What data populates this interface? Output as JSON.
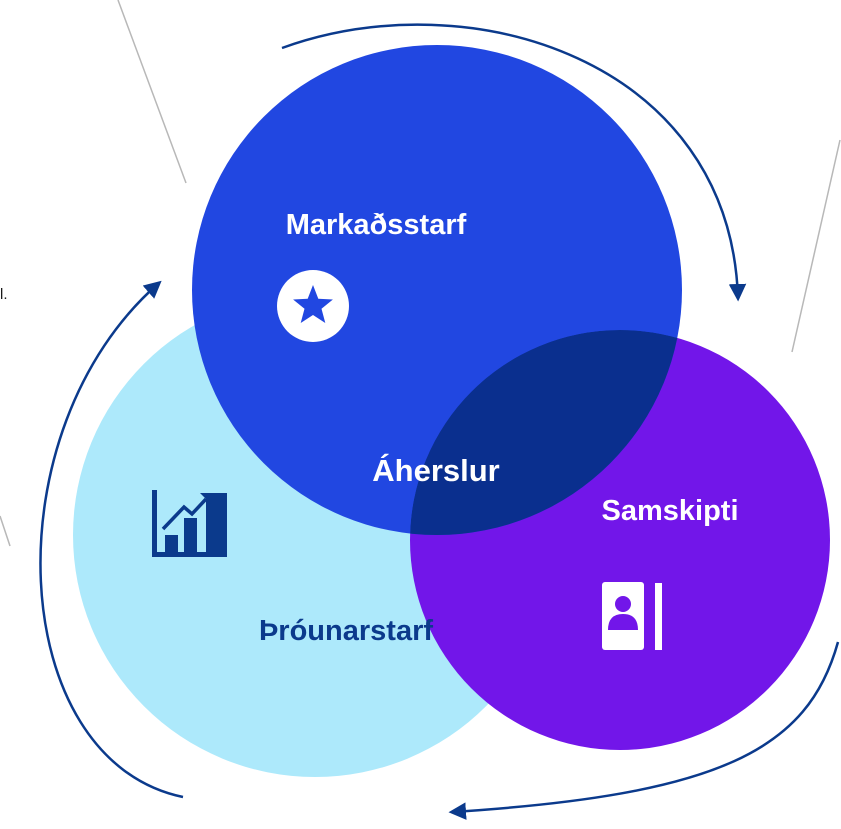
{
  "diagram": {
    "center_label": "Áherslur",
    "circles": [
      {
        "id": "markadsstarf",
        "label": "Markaðsstarf",
        "icon": "star-badge-icon",
        "color": "#2147E1"
      },
      {
        "id": "samskipti",
        "label": "Samskipti",
        "icon": "contact-book-icon",
        "color": "#7216E9"
      },
      {
        "id": "throunarstarf",
        "label": "Þróunarstarf",
        "icon": "growth-chart-icon",
        "color": "#ADE9FB"
      }
    ],
    "overlap_color": "#0A2F8E",
    "label_colors": {
      "on_dark": "#FFFFFF",
      "on_light": "#0B3A8C"
    },
    "arrow_color": "#0B3A8C",
    "connector_color": "#B8B8B8"
  },
  "stray_text": "l."
}
